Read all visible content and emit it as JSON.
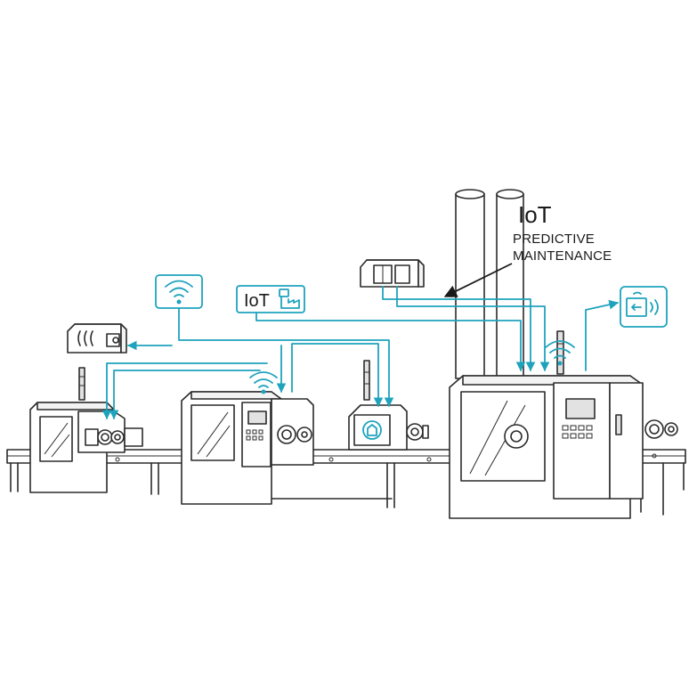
{
  "labels": {
    "iot_title": "IoT",
    "caption_line1": "PREDICTIVE",
    "caption_line2": "MAINTENANCE",
    "iot_badge": "IoT"
  },
  "colors": {
    "line": "#2b2b2b",
    "accent": "#1fa3bd",
    "background": "#ffffff"
  },
  "icons": [
    "wifi-icon",
    "sensor-module-icon",
    "machine-sensor-icon",
    "transmitter-icon",
    "stack-light-icon"
  ]
}
